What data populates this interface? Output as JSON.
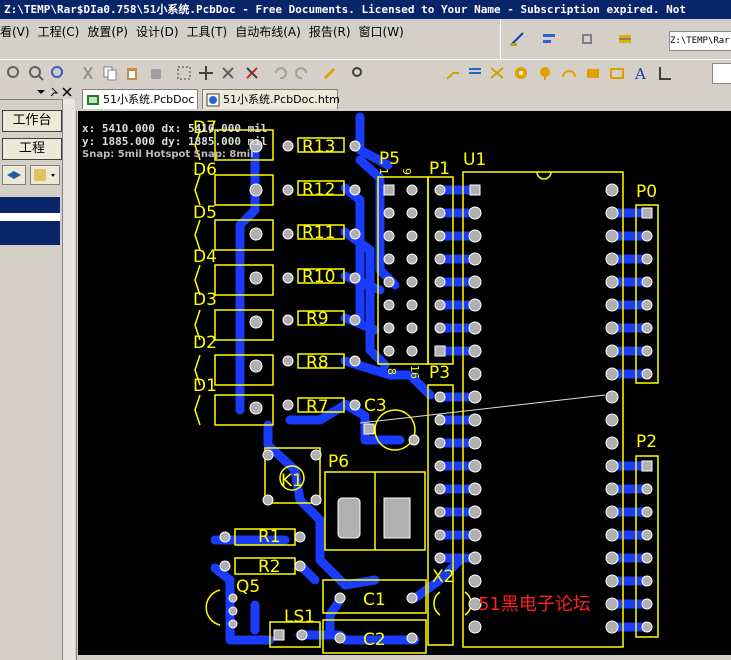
{
  "title_bar": {
    "text": "Z:\\TEMP\\Rar$DIa0.758\\51小系统.PcbDoc - Free Documents. Licensed to Your Name - Subscription expired. Not"
  },
  "menu": {
    "items": [
      "看(V)",
      "工程(C)",
      "放置(P)",
      "设计(D)",
      "工具(T)",
      "自动布线(A)",
      "报告(R)",
      "窗口(W)"
    ]
  },
  "toolbar": {
    "path": "Z:\\TEMP\\Rar"
  },
  "left_panel": {
    "buttons": [
      "工作台",
      "工程"
    ]
  },
  "tabs": [
    {
      "label": "51小系统.PcbDoc"
    },
    {
      "label": "51小系统.PcbDoc.htm"
    }
  ],
  "hud": {
    "line1": "x:  5410.000   dx:  5410.000 mil",
    "line2": "y:  1885.000   dy:  1885.000 mil",
    "line3": "Snap: 5mil Hotspot Snap: 8mil"
  },
  "components": {
    "leds": [
      "D7",
      "D6",
      "D5",
      "D4",
      "D3",
      "D2",
      "D1"
    ],
    "resistors": [
      "R13",
      "R12",
      "R11",
      "R10",
      "R9",
      "R8",
      "R7"
    ],
    "headers": [
      "P5",
      "P1",
      "P3",
      "P0",
      "P2",
      "P6"
    ],
    "ic": "U1",
    "misc": [
      "C3",
      "K1",
      "R1",
      "R2",
      "Q5",
      "X2",
      "C1",
      "C2",
      "LS1"
    ],
    "pin_labels": [
      "1",
      "9",
      "8",
      "16"
    ]
  },
  "watermark": "51黑电子论坛",
  "colors": {
    "board": "#000000",
    "trace": "#1a3cff",
    "silk": "#ffff00",
    "pad": "#b0b0b0"
  }
}
